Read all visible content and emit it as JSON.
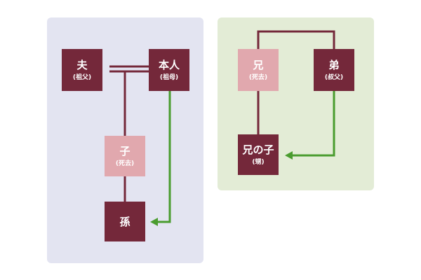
{
  "left_group": {
    "husband": {
      "name": "夫",
      "sub": "(祖父)"
    },
    "self": {
      "name": "本人",
      "sub": "(祖母)"
    },
    "child": {
      "name": "子",
      "sub": "(死去)"
    },
    "grandchild": {
      "name": "孫"
    }
  },
  "right_group": {
    "elder_brother": {
      "name": "兄",
      "sub": "(死去)"
    },
    "younger_brother": {
      "name": "弟",
      "sub": "(叔父)"
    },
    "brothers_child": {
      "name": "兄の子",
      "sub": "(甥)"
    }
  },
  "colors": {
    "dark_node": "#74283a",
    "deceased_node": "#e1a8ae",
    "line": "#74283a",
    "arrow": "#4a9c2f",
    "left_panel": "#e3e4f1",
    "right_panel": "#e3ecd6"
  }
}
